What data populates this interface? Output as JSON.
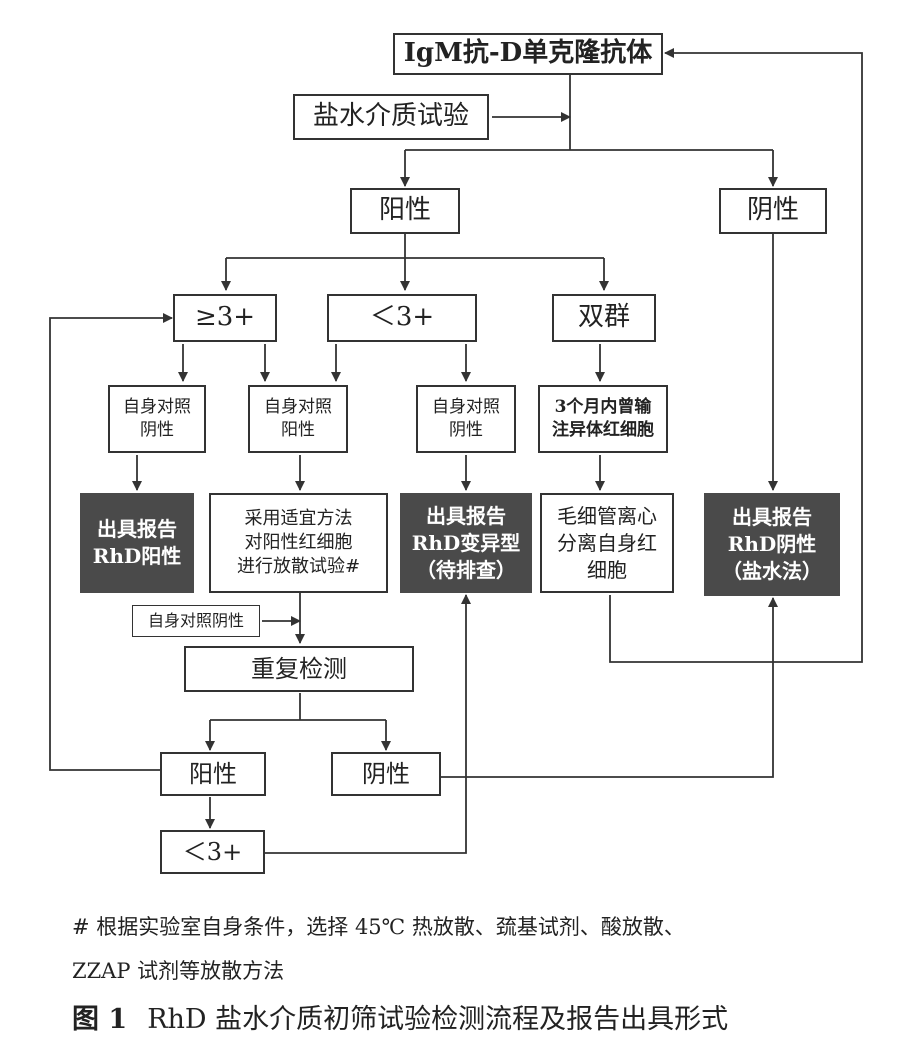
{
  "nodes": {
    "igm": "IgM抗-D单克隆抗体",
    "saline": "盐水介质试验",
    "pos": "阳性",
    "neg": "阴性",
    "ge3": "≥3+",
    "lt3": "＜3+",
    "mixed": "双群",
    "ctrl_neg_a": "自身对照\n阴性",
    "ctrl_pos": "自身对照\n阳性",
    "ctrl_neg_b": "自身对照\n阴性",
    "transfusion": "3个月内曾输\n注异体红细胞",
    "report_pos": "出具报告\nRhD阳性",
    "elution": "采用适宜方法\n对阳性红细胞\n进行放散试验#",
    "report_variant": "出具报告\nRhD变异型\n（待排查）",
    "capillary": "毛细管离心\n分离自身红\n细胞",
    "report_neg": "出具报告\nRhD阴性\n（盐水法）",
    "self_ctrl_neg": "自身对照阴性",
    "repeat": "重复检测",
    "pos2": "阳性",
    "neg2": "阴性",
    "lt3b": "＜3+"
  },
  "footnote": "# 根据实验室自身条件，选择 45℃ 热放散、巯基试剂、酸放散、\nZZAP 试剂等放散方法",
  "caption": {
    "label": "图 1",
    "text": "RhD 盐水介质初筛试验检测流程及报告出具形式"
  },
  "colors": {
    "dark_box": "#4a4a4a",
    "line": "#333333"
  }
}
